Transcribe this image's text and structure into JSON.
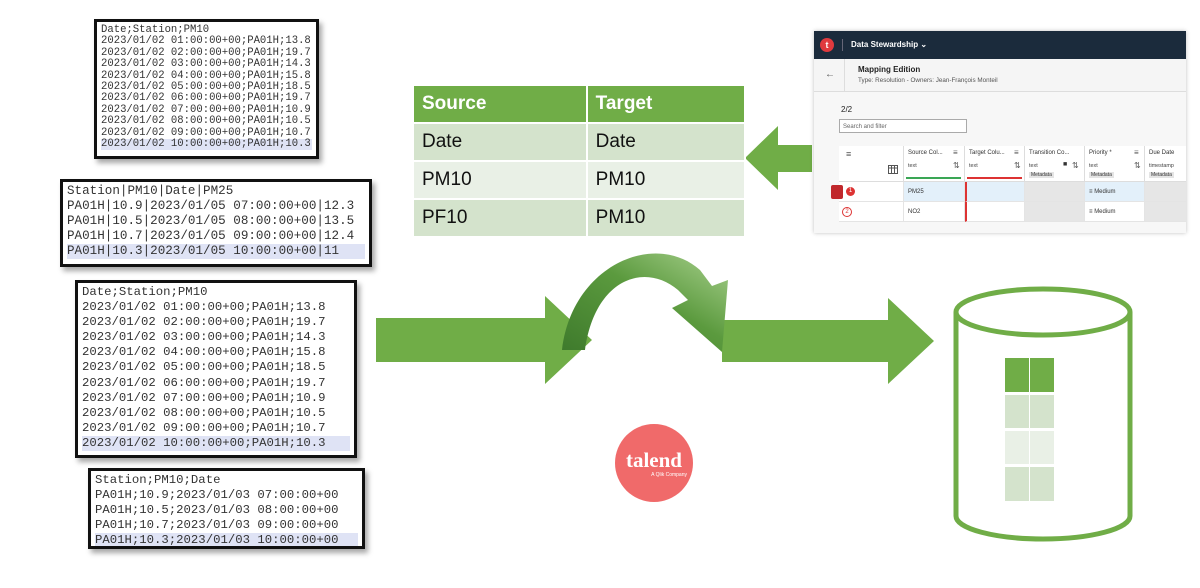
{
  "text_files": [
    {
      "lines": [
        "Date;Station;PM10",
        "2023/01/02 01:00:00+00;PA01H;13.8",
        "2023/01/02 02:00:00+00;PA01H;19.7",
        "2023/01/02 03:00:00+00;PA01H;14.3",
        "2023/01/02 04:00:00+00;PA01H;15.8",
        "2023/01/02 05:00:00+00;PA01H;18.5",
        "2023/01/02 06:00:00+00;PA01H;19.7",
        "2023/01/02 07:00:00+00;PA01H;10.9",
        "2023/01/02 08:00:00+00;PA01H;10.5",
        "2023/01/02 09:00:00+00;PA01H;10.7",
        "2023/01/02 10:00:00+00;PA01H;10.3"
      ]
    },
    {
      "lines": [
        "Station|PM10|Date|PM25",
        "PA01H|10.9|2023/01/05 07:00:00+00|12.3",
        "PA01H|10.5|2023/01/05 08:00:00+00|13.5",
        "PA01H|10.7|2023/01/05 09:00:00+00|12.4",
        "PA01H|10.3|2023/01/05 10:00:00+00|11"
      ]
    },
    {
      "lines": [
        "Date;Station;PM10",
        "2023/01/02 01:00:00+00;PA01H;13.8",
        "2023/01/02 02:00:00+00;PA01H;19.7",
        "2023/01/02 03:00:00+00;PA01H;14.3",
        "2023/01/02 04:00:00+00;PA01H;15.8",
        "2023/01/02 05:00:00+00;PA01H;18.5",
        "2023/01/02 06:00:00+00;PA01H;19.7",
        "2023/01/02 07:00:00+00;PA01H;10.9",
        "2023/01/02 08:00:00+00;PA01H;10.5",
        "2023/01/02 09:00:00+00;PA01H;10.7",
        "2023/01/02 10:00:00+00;PA01H;10.3"
      ]
    },
    {
      "lines": [
        "Station;PM10;Date",
        "PA01H;10.9;2023/01/03 07:00:00+00",
        "PA01H;10.5;2023/01/03 08:00:00+00",
        "PA01H;10.7;2023/01/03 09:00:00+00",
        "PA01H;10.3;2023/01/03 10:00:00+00"
      ]
    }
  ],
  "mapping": {
    "headers": [
      "Source",
      "Target"
    ],
    "rows": [
      [
        "Date",
        "Date"
      ],
      [
        "PM10",
        "PM10"
      ],
      [
        "PF10",
        "PM10"
      ]
    ]
  },
  "stewardship": {
    "logo_letter": "t",
    "app_name": "Data Stewardship",
    "back_arrow": "←",
    "title": "Mapping Edition",
    "subtitle": "Type: Resolution - Owners: Jean-François Monteil",
    "count": "2/2",
    "search_placeholder": "Search and filter",
    "columns": [
      {
        "name": "Source Col...",
        "type": "text",
        "meta": ""
      },
      {
        "name": "Target Colu...",
        "type": "text",
        "meta": ""
      },
      {
        "name": "Transition Co...",
        "type": "text",
        "meta": "Metadata"
      },
      {
        "name": "Priority *",
        "type": "text",
        "meta": "Metadata"
      },
      {
        "name": "Due Date",
        "type": "timestamp",
        "meta": "Metadata"
      }
    ],
    "rows": [
      {
        "num": "1",
        "source": "PM25",
        "priority": "Medium"
      },
      {
        "num": "2",
        "source": "NO2",
        "priority": "Medium"
      }
    ]
  },
  "colors": {
    "arrow_green": "#70ad47",
    "header_green": "#70ad47",
    "light_green": "#d4e3cc",
    "talend_red": "#f06a6a"
  },
  "talend": {
    "word": "talend",
    "tagline": "A Qlik Company"
  },
  "icons": [
    "menu-icon",
    "table-icon",
    "sort-icon",
    "lock-icon",
    "back-arrow-icon"
  ]
}
